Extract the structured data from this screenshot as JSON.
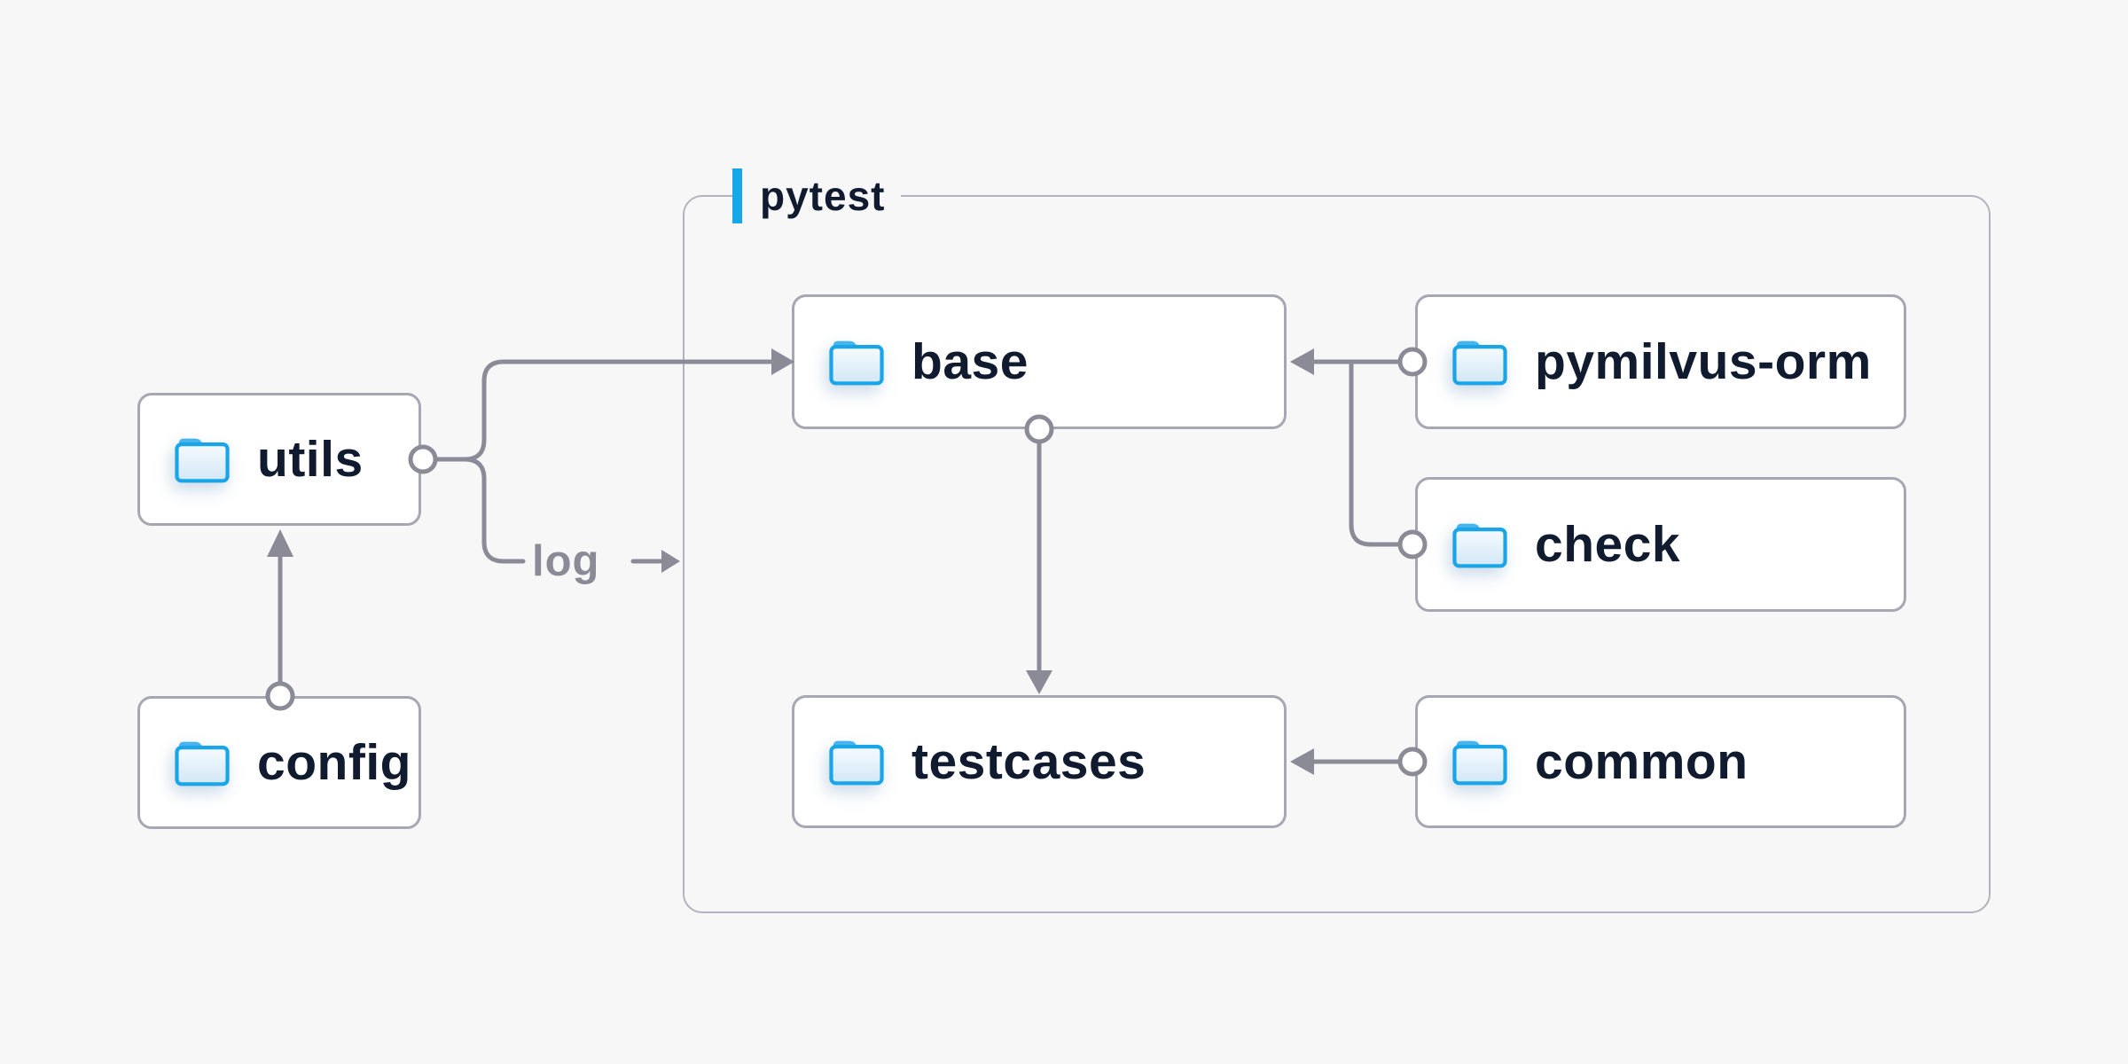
{
  "page": {
    "background": "#f7f7f8"
  },
  "diagram": {
    "group": {
      "label": "pytest",
      "accent_color": "#16a7e9"
    },
    "nodes": [
      {
        "id": "utils",
        "label": "utils",
        "icon": "folder-icon"
      },
      {
        "id": "config",
        "label": "config",
        "icon": "folder-icon"
      },
      {
        "id": "base",
        "label": "base",
        "icon": "folder-icon"
      },
      {
        "id": "pymilvus-orm",
        "label": "pymilvus-orm",
        "icon": "folder-icon"
      },
      {
        "id": "check",
        "label": "check",
        "icon": "folder-icon"
      },
      {
        "id": "testcases",
        "label": "testcases",
        "icon": "folder-icon"
      },
      {
        "id": "common",
        "label": "common",
        "icon": "folder-icon"
      }
    ],
    "edges": [
      {
        "from": "config",
        "to": "utils",
        "label": ""
      },
      {
        "from": "utils",
        "to": "base",
        "label": ""
      },
      {
        "from": "utils",
        "to": "log",
        "label": "log"
      },
      {
        "from": "pymilvus-orm",
        "to": "base",
        "label": ""
      },
      {
        "from": "check",
        "to": "base",
        "label": ""
      },
      {
        "from": "base",
        "to": "testcases",
        "label": ""
      },
      {
        "from": "common",
        "to": "testcases",
        "label": ""
      }
    ],
    "edge_label": "log",
    "colors": {
      "node_background": "#ffffff",
      "node_border": "#a7a7b3",
      "group_border": "#b3b3bd",
      "connector": "#8b8b97",
      "label_text": "#101b30",
      "edge_label_text": "#8b8b97",
      "folder_blue": "#1aa5e9",
      "folder_tab_blue": "#48b4ed"
    }
  }
}
